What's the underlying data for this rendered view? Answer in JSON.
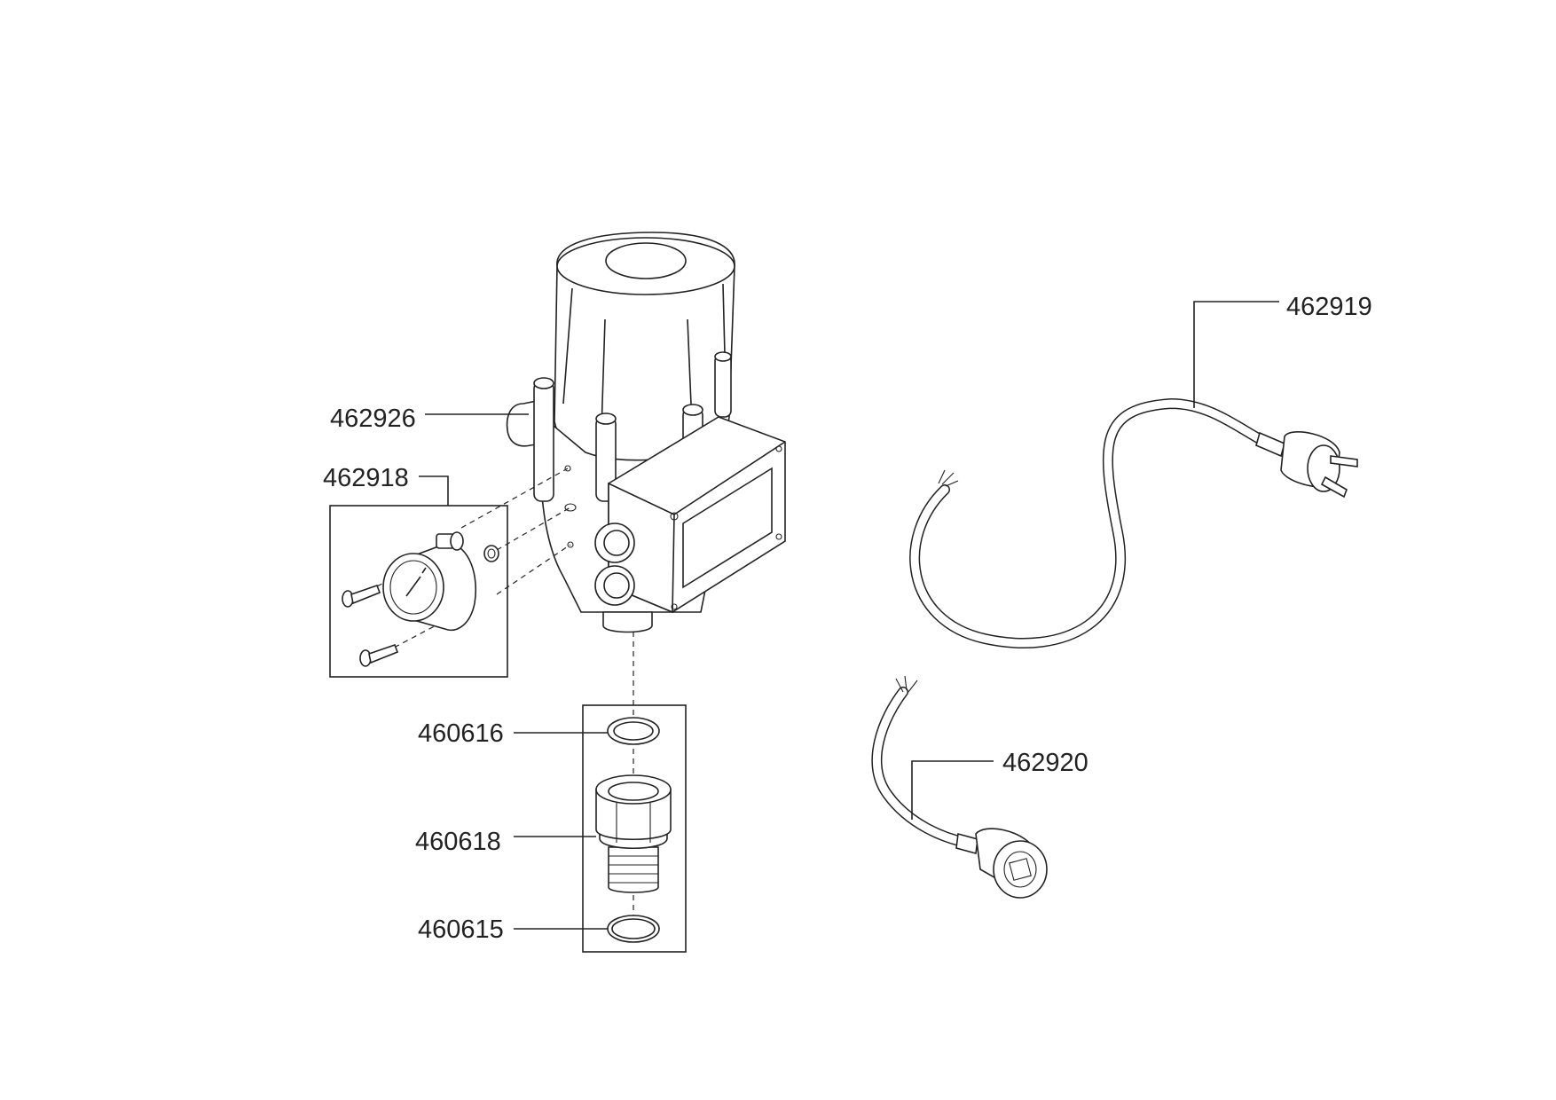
{
  "diagram": {
    "parts": [
      {
        "id": "462926",
        "label": "462926"
      },
      {
        "id": "462918",
        "label": "462918"
      },
      {
        "id": "460616",
        "label": "460616"
      },
      {
        "id": "460618",
        "label": "460618"
      },
      {
        "id": "460615",
        "label": "460615"
      },
      {
        "id": "462919",
        "label": "462919"
      },
      {
        "id": "462920",
        "label": "462920"
      }
    ]
  }
}
